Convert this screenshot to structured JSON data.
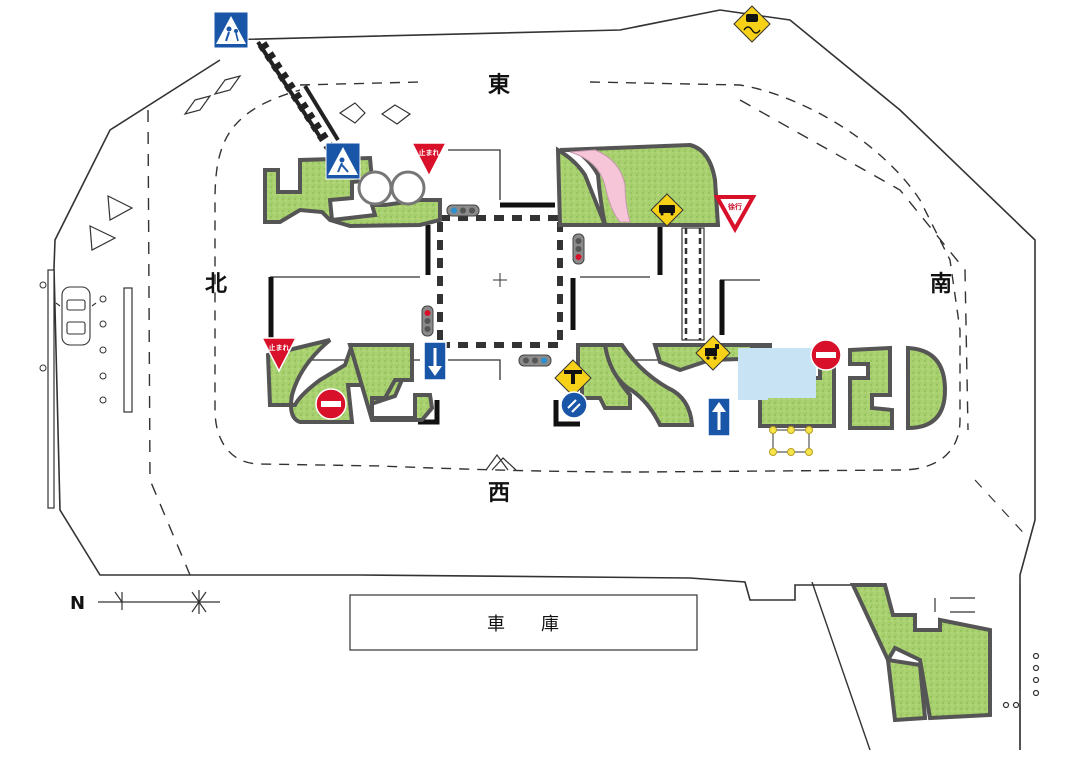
{
  "directions": {
    "east": "東",
    "west": "西",
    "north": "北",
    "south": "南"
  },
  "garage": {
    "label": "車　　庫"
  },
  "compass": {
    "label": "N"
  },
  "signs": {
    "stop_text": "止まれ",
    "yield_text": "徐行"
  },
  "colors": {
    "grass": "#a8d070",
    "grass_dark": "#3a3a3a",
    "stop_red": "#d8102a",
    "sign_blue": "#1a56a8",
    "warning_yellow": "#f7d117",
    "pink_path": "#f8c8d8",
    "pond_blue": "#c8e6f6",
    "line": "#333333"
  }
}
